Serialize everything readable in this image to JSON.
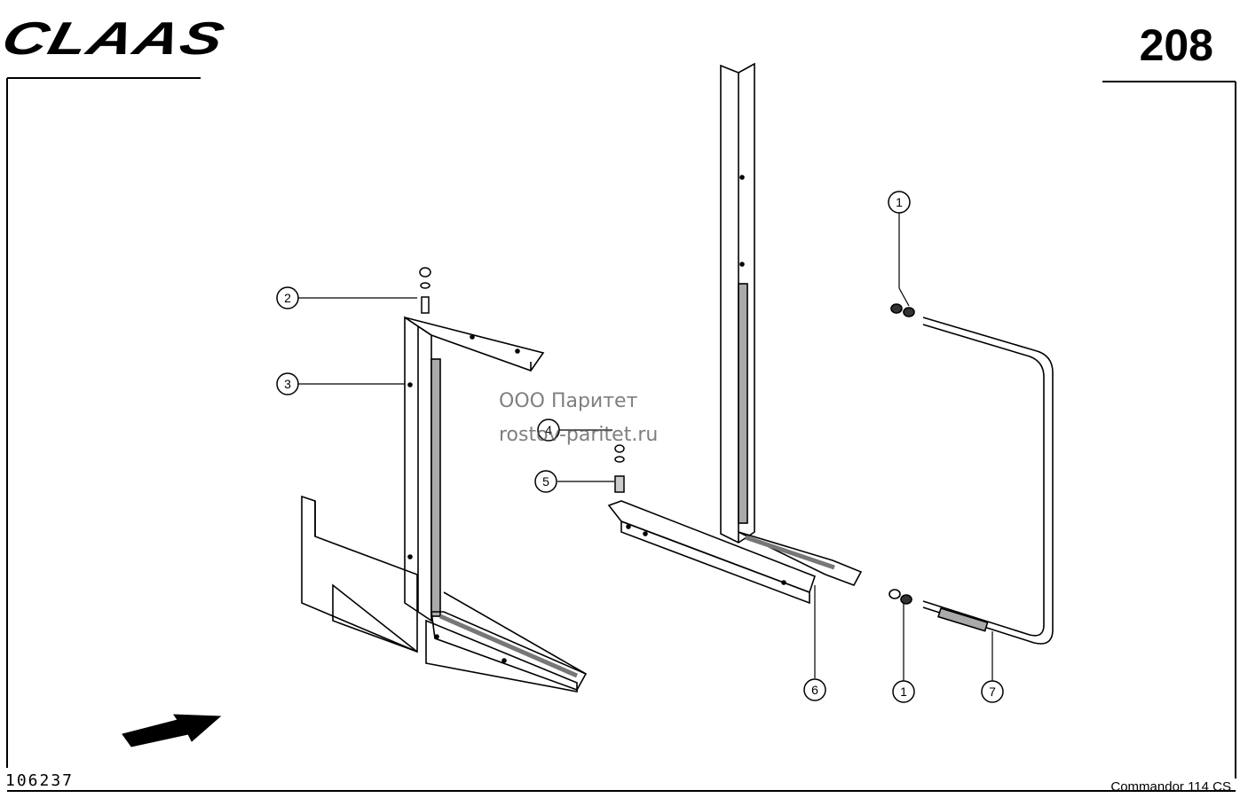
{
  "header": {
    "brand": "CLAAS",
    "page_number": "208"
  },
  "footer": {
    "drawing_number": "106237",
    "model": "Commandor 114 CS"
  },
  "watermark": {
    "line1": "ООО Паритет",
    "line2": "rostov-paritet.ru"
  },
  "callouts": [
    {
      "id": "c2",
      "label": "2"
    },
    {
      "id": "c3",
      "label": "3"
    },
    {
      "id": "c4",
      "label": "4"
    },
    {
      "id": "c5",
      "label": "5"
    },
    {
      "id": "c1a",
      "label": "1"
    },
    {
      "id": "c6",
      "label": "6"
    },
    {
      "id": "c1b",
      "label": "1"
    },
    {
      "id": "c7",
      "label": "7"
    }
  ]
}
